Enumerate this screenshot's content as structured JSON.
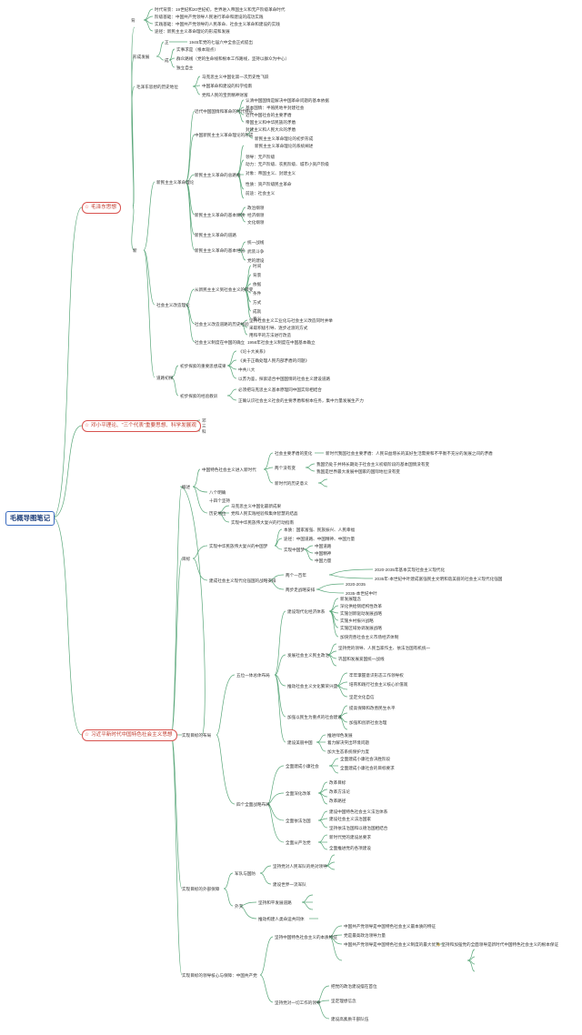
{
  "root": "毛概导图笔记",
  "mao": {
    "title": "毛泽东思想",
    "bg_head": "背",
    "bg": [
      "时代背景：19世纪和20世纪初，世界进入帝国主义和无产阶级革命时代",
      "阶级基础：中国共产党领导人民进行革命和建设的成功实践",
      "实践基础：中国共产党领导的人民革命、社会主义革命和建设的实践",
      "途径：新民主主义革命理论的形成和发展"
    ],
    "xc_head": "形成发展",
    "xc1": "正",
    "xc2": "1945年党的七届六中全会正式提出",
    "xc3": "成",
    "xc4": [
      "实事求是（根本观点）",
      "群众路线（党的生命线和根本工作路线，坚持以群众为中心）",
      "独立自主"
    ],
    "bn": "毛泽东思想的历史地位",
    "bn_items": [
      "马克思主义中国化第一次历史性飞跃",
      "中国革命和建设的科学指南",
      "党和人民的宝贵精神财富"
    ],
    "ns": "新",
    "xm": "新民主主义革命理论",
    "xm1": "近代中国国情和革命的时代特征",
    "xm1_items": [
      "认清中国国情是解决中国革命问题的基本依据",
      "基本国情：半殖民地半封建社会",
      "近代中国社会的主要矛盾",
      "帝国主义和中华民族的矛盾",
      "封建主义和人民大众的矛盾"
    ],
    "xm2": "中国新民主主义革命理论的形成",
    "xm2_items": [
      "新民主主义革命理论的初步形成",
      "新民主主义革命理论的系统阐述"
    ],
    "xm3": "新民主主义革命的总路线",
    "xm3_items": [
      "领导：无产阶级",
      "动力：无产阶级、农民阶级、城市小资产阶级",
      "对象：帝国主义、封建主义",
      "性质：资产阶级民主革命",
      "前途：社会主义"
    ],
    "xm4": "新民主主义革命的基本纲领",
    "xm4_items": [
      "政治纲领",
      "经济纲领",
      "文化纲领"
    ],
    "xm5": "新民主主义革命的道路",
    "xm6": "新民主主义革命的基本经验",
    "xm6_items": [
      "统一战线",
      "武装斗争",
      "党的建设"
    ],
    "sh": "社会主义改造理论",
    "sh1": "从新民主主义到社会主义的转变",
    "sh1_items": [
      "时间",
      "背景",
      "依据",
      "条件",
      "方式",
      "成就",
      "意义"
    ],
    "sh2": "社会主义改造道路的历史经验",
    "sh2_items": [
      "坚持社会主义工业化与社会主义改造同时并举",
      "采取积极引导、逐步过渡的方式",
      "用和平的方法进行改造"
    ],
    "sh3": "社会主义制度在中国的确立",
    "sh3_item": "1956年社会主义制度在中国基本确立",
    "ts": "道路初探",
    "ts1": "初步探索的重要思想成果",
    "ts1_items": [
      "《论十大关系》",
      "《关于正确处理人民内部矛盾的问题》",
      "中共八大",
      "以苏为鉴，探索适合中国国情的社会主义建设道路"
    ],
    "ts2": "初步探索的经验教训",
    "ts2_items": [
      "必须把马克思主义基本原理同中国实际相结合",
      "正确认识社会主义社会的主要矛盾和根本任务，集中力量发展生产力"
    ]
  },
  "deng": {
    "title": "邓小平理论、\"三个代表\"重要思想、科学发展观",
    "items": [
      "邓",
      "三",
      "科"
    ]
  },
  "xi": {
    "title": "习近平新时代中国特色社会主义思想",
    "gs": "概述",
    "gs1": "中国特色社会主义进入新时代",
    "gs1a": "社会主要矛盾的变化",
    "gs1a_items": [
      "新时代我国社会主要矛盾：人民日益增长的美好生活需要和不平衡不充分的发展之间的矛盾"
    ],
    "gs1b": "两个没有变",
    "gs1b_items": [
      "我国仍处于并将长期处于社会主义初级阶段的基本国情没有变",
      "我国是世界最大发展中国家的国际地位没有变"
    ],
    "gs1c": "新时代的历史意义",
    "gs2": "八个明确",
    "gs3": "十四个坚持",
    "gs4": "历史地位",
    "gs4_items": [
      "马克思主义中国化最新成果",
      "党和人民实践经验和集体智慧的结晶",
      "实现中华民族伟大复兴的行动指南"
    ],
    "mb": "目标",
    "mb1": "实现中华民族伟大复兴的中国梦",
    "mb1_items": [
      "本质：国家富强、民族振兴、人民幸福",
      "途径：中国道路、中国精神、中国力量",
      "实现中国梦"
    ],
    "mb1c": [
      "中国道路",
      "中国精神",
      "中国力量"
    ],
    "mb2": "建成社会主义现代化强国的战略安排",
    "mb2a": "两个一百年",
    "mb2a_items": [
      "2020-2035年基本实现社会主义现代化",
      "2035年-本世纪中叶建成富强民主文明和谐美丽的社会主义现代化强国"
    ],
    "mb2b": "两步走战略安排",
    "mb2b_items": [
      "2020-2035",
      "2035-本世纪中叶"
    ],
    "bj": "实现目标的布局",
    "bj1": "五位一体总体布局",
    "bj1a": "建设现代化经济体系",
    "bj1a_items": [
      "新发展理念",
      "深化供给侧结构性改革",
      "实施创新驱动发展战略",
      "实施乡村振兴战略",
      "实施区域协调发展战略",
      "加快完善社会主义市场经济体制"
    ],
    "bj1b": "发展社会主义民主政治",
    "bj1b_items": [
      "坚持党的领导、人民当家作主、依法治国有机统一",
      "巩固和发展爱国统一战线"
    ],
    "bj1c": "推动社会主义文化繁荣兴盛",
    "bj1c_items": [
      "牢牢掌握意识形态工作领导权",
      "培育和践行社会主义核心价值观",
      "坚定文化自信"
    ],
    "bj1d": "加强以民生为重点的社会建设",
    "bj1d_items": [
      "提高保障和改善民生水平",
      "加强和创新社会治理"
    ],
    "bj1e": "建设美丽中国",
    "bj1e_items": [
      "推进绿色发展",
      "着力解决突出环境问题",
      "加大生态系统保护力度"
    ],
    "bj2": "四个全面战略布局",
    "bj2a": "全面建成小康社会",
    "bj2a_items": [
      "全面建成小康社会决胜阶段",
      "全面建成小康社会的目标要求"
    ],
    "bj2b": "全面深化改革",
    "bj2b_items": [
      "改革目标",
      "改革方法论",
      "改革路径"
    ],
    "bj2c": "全面依法治国",
    "bj2c_items": [
      "建设中国特色社会主义法治体系",
      "建设社会主义法治国家",
      "坚持依法治国和以德治国相结合"
    ],
    "bj2d": "全面从严治党",
    "bj2d_items": [
      "新时代党的建设总要求",
      "全面推进党的各项建设"
    ],
    "bz": "实现目标的外部保障",
    "bz1": "军队与国防",
    "bz1a": "坚持党对人民军队的绝对领导",
    "bz1b": "建设世界一流军队",
    "bz2": "外交",
    "bz2a": "坚持和平发展道路",
    "bz2b": "推动构建人类命运共同体",
    "ld": "实现目标的领导核心与保障：中国共产党",
    "ld1": "坚持中国特色社会主义的本质特征",
    "ld1_items": [
      "中国共产党领导是中国特色社会主义最本质的特征",
      "党是最高政治领导力量",
      "中国共产党领导是中国特色社会主义制度的最大优势"
    ],
    "ld2": "坚持党对一切工作的领导",
    "ld2_items": [
      "把党的政治建设摆在首位",
      "坚定理想信念",
      "建设高素质干部队伍"
    ],
    "warn_note": "坚持和加强党的全面领导是新时代中国特色社会主义的根本保证"
  },
  "colors": {
    "mao_border": "#d8534f",
    "root_border": "#3a6bbf",
    "line": "#5aa77a"
  }
}
